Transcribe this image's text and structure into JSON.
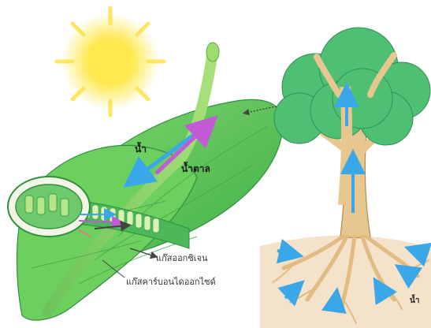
{
  "labels": {
    "water_leaf": "น้ำ",
    "sugar": "น้ำตาล",
    "oxygen": "แก๊สออกซิเจน",
    "carbon_dioxide": "แก๊สคาร์บอนไดออกไซด์",
    "water_root": "น้ำ"
  },
  "colors": {
    "leaf": "#5fc65a",
    "leaf_dark": "#3f9e45",
    "tree_canopy": "#4fbf74",
    "trunk": "#e7c48e",
    "soil": "#f2dcc3",
    "sun": "#ffe24a",
    "water_arrow": "#3aa8e8",
    "sugar_arrow": "#c35bd6"
  },
  "icons": [
    "sun-icon",
    "leaf-illustration",
    "tree-illustration",
    "chloroplast-icon"
  ]
}
